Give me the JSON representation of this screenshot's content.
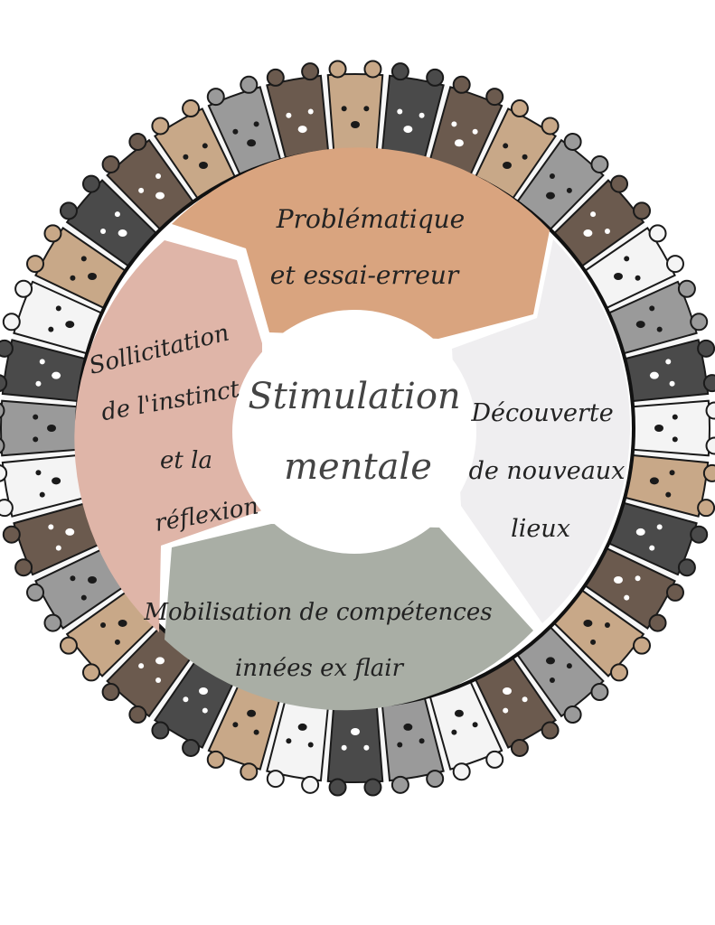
{
  "center": {
    "line1": "Stimulation",
    "line2": "mentale"
  },
  "segments": {
    "top": {
      "line1": "Problématique",
      "line2": "et essai-erreur",
      "color": "#d9a47f"
    },
    "right": {
      "line1": "Découverte",
      "line2": "de nouveaux",
      "line3": "lieux",
      "color": "#efeef0"
    },
    "bottom": {
      "line1": "Mobilisation de compétences",
      "line2": "innées ex flair",
      "color": "#a9aea5"
    },
    "left": {
      "line1": "Sollicitation",
      "line2": "de l'instinct",
      "line3": "et la",
      "line4": "réflexion",
      "color": "#dfb5a8"
    }
  },
  "border_animals": {
    "icon": "dog-and-cat-faces-icon",
    "palette": [
      "#c8a888",
      "#6b5a4e",
      "#9a9a9a",
      "#f4f4f4",
      "#4a4a4a"
    ]
  }
}
